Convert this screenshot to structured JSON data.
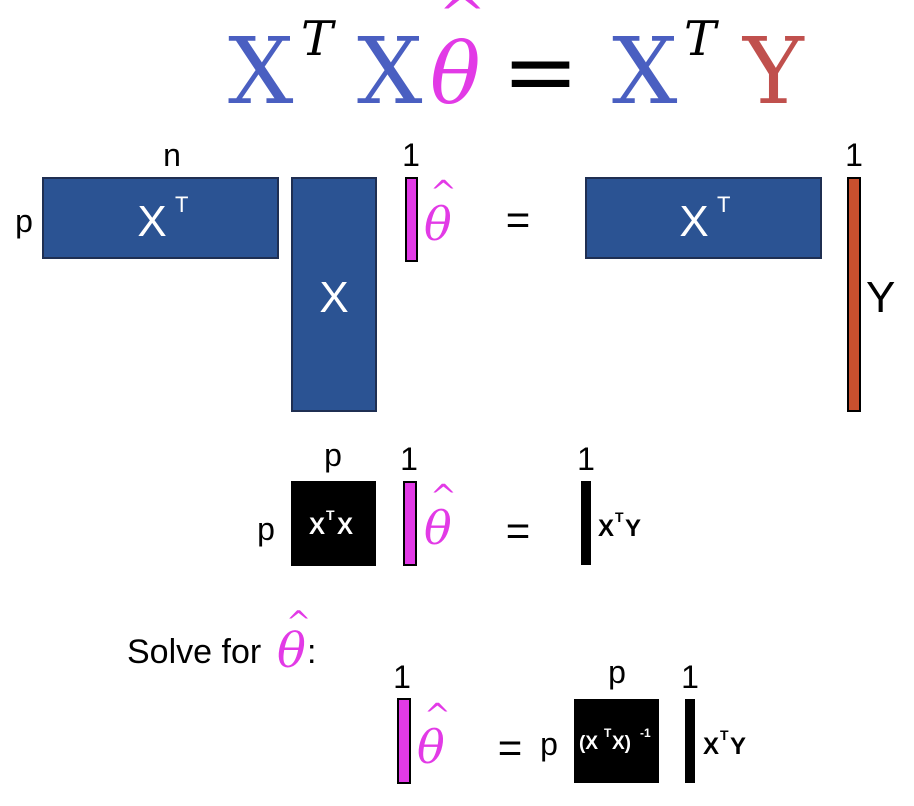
{
  "colors": {
    "matrix_blue": "#2b5393",
    "formula_blue": "#4a5fc1",
    "formula_red": "#c0504d",
    "theta_magenta": "#e23ae6",
    "y_orange": "#c9502e",
    "black": "#000000"
  },
  "formula": {
    "x": "X",
    "sup_t": "T",
    "theta": "θ",
    "hat": "^",
    "equals": "=",
    "y": "Y"
  },
  "row1": {
    "n_label": "n",
    "p_label": "p",
    "one_theta": "1",
    "one_y": "1",
    "xt_left": "X",
    "xt_left_sup": "T",
    "x_tall": "X",
    "theta": "θ",
    "hat": "^",
    "equals": "=",
    "xt_right": "X",
    "xt_right_sup": "T",
    "y_label": "Y"
  },
  "row2": {
    "p_top": "p",
    "p_left": "p",
    "one_theta": "1",
    "one_xty": "1",
    "xtx_base": "X",
    "xtx_sup": "T",
    "xtx_tail": "X",
    "theta": "θ",
    "hat": "^",
    "equals": "=",
    "xty_base": "X",
    "xty_sup": "T",
    "xty_tail": "Y"
  },
  "row3": {
    "solve_for": "Solve for ",
    "colon": ":",
    "theta": "θ",
    "hat": "^",
    "one_theta": "1",
    "p_top": "p",
    "one_xty": "1",
    "equals": "=",
    "p_left": "p",
    "inv_open": "(X",
    "inv_sup": "T",
    "inv_close": "X)",
    "inv_exp": "-1",
    "xty_base": "X",
    "xty_sup": "T",
    "xty_tail": "Y"
  }
}
